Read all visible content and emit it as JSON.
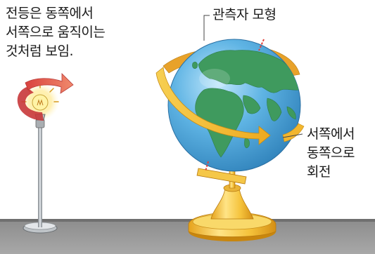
{
  "labels": {
    "lamp_caption": [
      "전등은 동쪽에서",
      "서쪽으로 움직이는",
      "것처럼 보임."
    ],
    "observer_model": "관측자 모형",
    "rotation_caption": [
      "서쪽에서",
      "동쪽으로",
      "회전"
    ]
  },
  "colors": {
    "floor_band": "#9a9a9a",
    "floor_shadow": "#6f6f6f",
    "ocean": "#4aa8dc",
    "land": "#3f9a5e",
    "rotation_arrow": "#f2b72a",
    "lamp_arrow": "#e85c5c",
    "stand_gold": "#f3c53f",
    "observer_marker": "#e2403a"
  }
}
